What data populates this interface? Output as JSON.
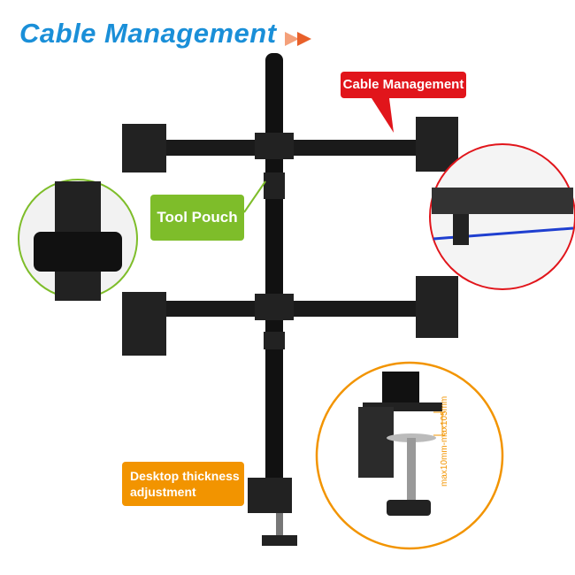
{
  "title": "Cable Management",
  "labels": {
    "cable_management": "Cable Management",
    "tool_pouch": "Tool Pouch",
    "desktop_thickness_line1": "Desktop thickness",
    "desktop_thickness_line2": "adjustment"
  },
  "dimension_text": "max10mm-max105mm",
  "colors": {
    "title": "#1a8fd8",
    "red": "#e1151b",
    "green": "#7ebd2a",
    "orange": "#f29400"
  }
}
